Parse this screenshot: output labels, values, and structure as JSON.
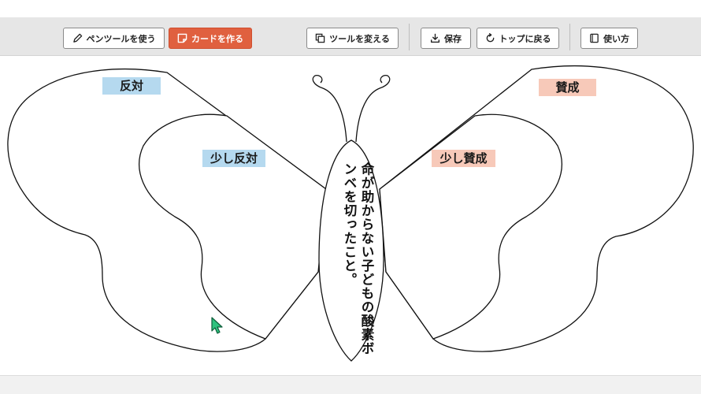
{
  "toolbar": {
    "pen_tool": {
      "label": "ペンツールを使う",
      "icon": "pencil-icon"
    },
    "make_card": {
      "label": "カードを作る",
      "icon": "sticky-note-icon"
    },
    "change_tool": {
      "label": "ツールを変える",
      "icon": "layers-icon"
    },
    "save": {
      "label": "保存",
      "icon": "download-icon"
    },
    "back_to_top": {
      "label": "トップに戻る",
      "icon": "refresh-icon"
    },
    "how_to_use": {
      "label": "使い方",
      "icon": "book-icon"
    },
    "primary_color": "#e0603f"
  },
  "butterfly": {
    "labels": {
      "oppose": "反対",
      "slightly_oppose": "少し反対",
      "agree": "賛成",
      "slightly_agree": "少し賛成"
    },
    "oppose_color": "#b5d9ef",
    "agree_color": "#f7c9b9",
    "body_text": "命が助からない子どもの酸素ボンベを切ったこと。"
  }
}
